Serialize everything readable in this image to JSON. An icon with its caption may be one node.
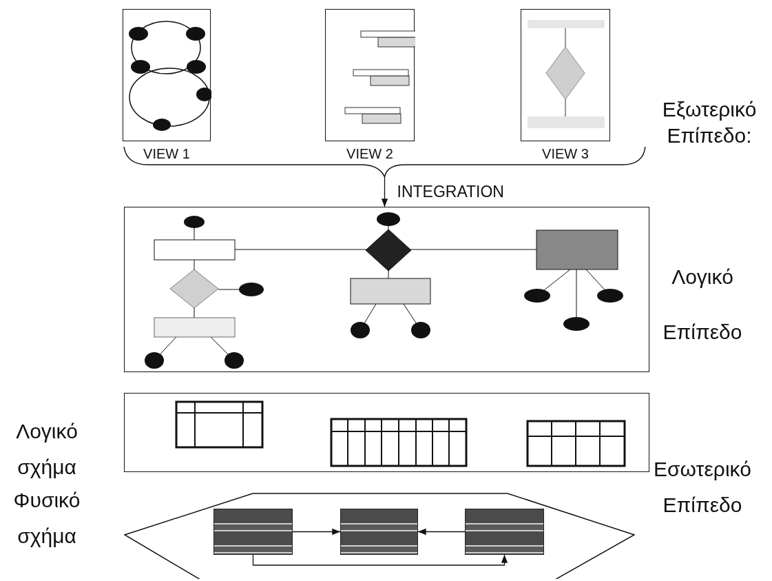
{
  "diagram": {
    "nodes": [
      {
        "text": [],
        "shape": "box",
        "beside": [
          "VIEW 1"
        ]
      },
      {
        "text": [],
        "shape": "box",
        "beside": [
          "VIEW 2"
        ]
      },
      {
        "text": [],
        "shape": "box",
        "beside": [
          "VIEW 3"
        ]
      },
      {
        "text": [],
        "shape": "box"
      },
      {
        "text": [],
        "shape": "box"
      },
      {
        "text": [],
        "shape": "hexagon"
      },
      {
        "text": [],
        "shape": "box",
        "in": 5
      },
      {
        "text": [],
        "shape": "box",
        "in": 5
      },
      {
        "text": [],
        "shape": "box",
        "in": 5
      },
      {
        "text": [],
        "shape": "brace"
      }
    ],
    "edges": [
      {
        "from": 9,
        "to": 3,
        "arrow": "to",
        "label": "INTEGRATION"
      },
      {
        "from": 6,
        "to": 7,
        "arrow": "to"
      },
      {
        "from": 8,
        "to": 7,
        "arrow": "to"
      },
      {
        "from": 6,
        "to": 8,
        "arrow": "to"
      }
    ],
    "labels": [
      "Εξωτερικό Επίπεδο:",
      "Λογικό Επίπεδο",
      "Λογικό σχήμα",
      "Εσωτερικό Επίπεδο",
      "Φυσικό σχήμα"
    ]
  }
}
